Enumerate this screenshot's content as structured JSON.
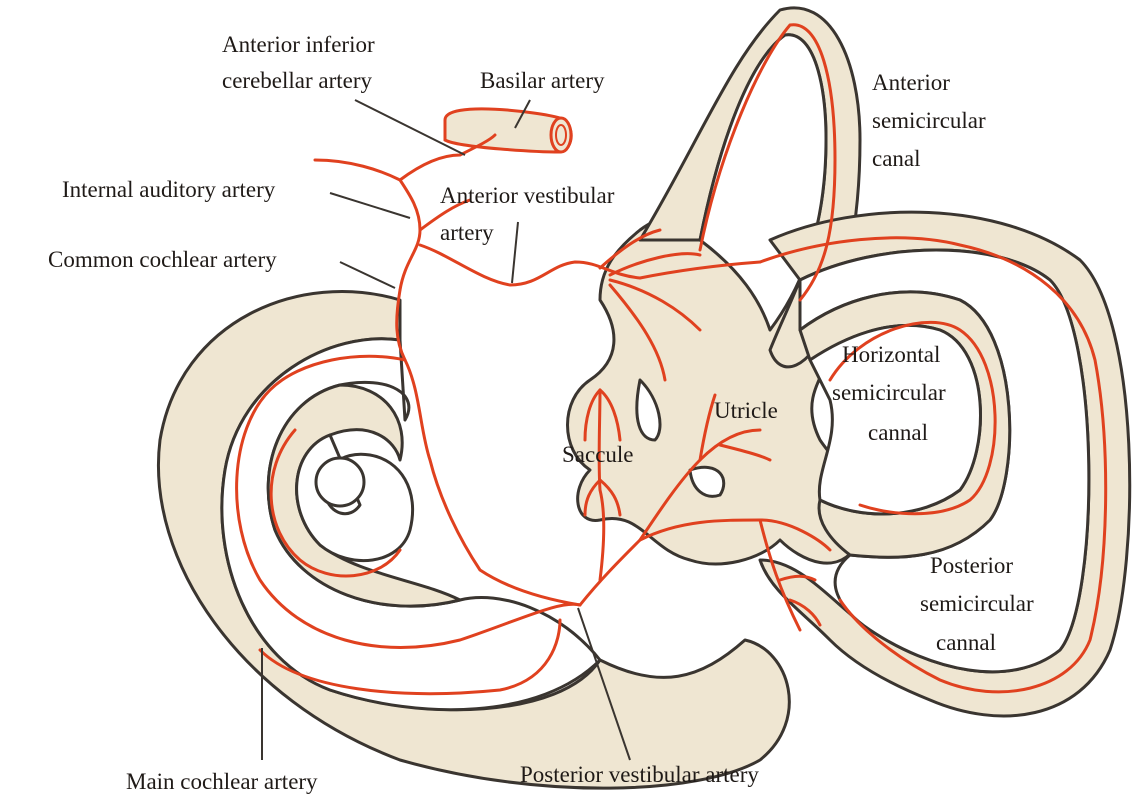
{
  "colors": {
    "artery": "#e0411f",
    "organ_fill": "#efe6d2",
    "outline": "#3a3530",
    "background": "#ffffff"
  },
  "labels": {
    "aica_line1": "Anterior inferior",
    "aica_line2": "cerebellar artery",
    "basilar": "Basilar artery",
    "internal_auditory": "Internal auditory artery",
    "common_cochlear": "Common cochlear artery",
    "anterior_vestibular_line1": "Anterior vestibular",
    "anterior_vestibular_line2": "artery",
    "anterior_canal_line1": "Anterior",
    "anterior_canal_line2": "semicircular",
    "anterior_canal_line3": "canal",
    "horizontal_canal_line1": "Horizontal",
    "horizontal_canal_line2": "semicircular",
    "horizontal_canal_line3": "cannal",
    "utricle": "Utricle",
    "saccule": "Saccule",
    "posterior_canal_line1": "Posterior",
    "posterior_canal_line2": "semicircular",
    "posterior_canal_line3": "cannal",
    "main_cochlear": "Main cochlear artery",
    "posterior_vestibular": "Posterior vestibular artery"
  }
}
